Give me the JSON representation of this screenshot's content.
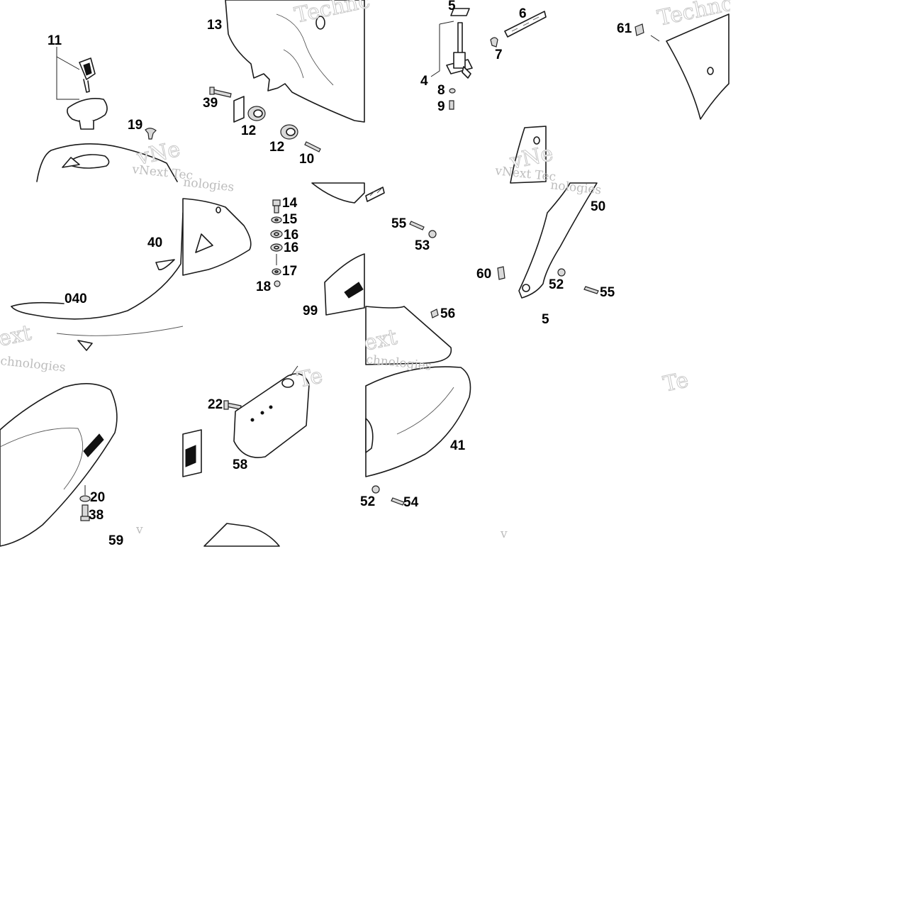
{
  "diagram": {
    "watermark_text": "vNext Technologies",
    "watermark_fragments": [
      "Technc",
      "Technolo",
      "vNe",
      "vNext Tec",
      "nologies",
      "ext",
      "chnologies",
      "Te",
      "Te",
      "v",
      "v",
      "vNe"
    ],
    "labels": {
      "l11": "11",
      "l13": "13",
      "l5": "5",
      "l6": "6",
      "l7": "7",
      "l4": "4",
      "l8": "8",
      "l9": "9",
      "l61": "61",
      "l39": "39",
      "l12a": "12",
      "l12b": "12",
      "l10": "10",
      "l19": "19",
      "l14": "14",
      "l15": "15",
      "l16a": "16",
      "l16b": "16",
      "l17": "17",
      "l18": "18",
      "l40": "40",
      "l040": "040",
      "l99": "99",
      "l55a": "55",
      "l53": "53",
      "l50": "50",
      "l60": "60",
      "l52a": "52",
      "l55b": "55",
      "l56": "56",
      "l5b": "5",
      "l22": "22",
      "l58": "58",
      "l41": "41",
      "l20": "20",
      "l38": "38",
      "l59": "59",
      "l52b": "52",
      "l54": "54"
    }
  }
}
